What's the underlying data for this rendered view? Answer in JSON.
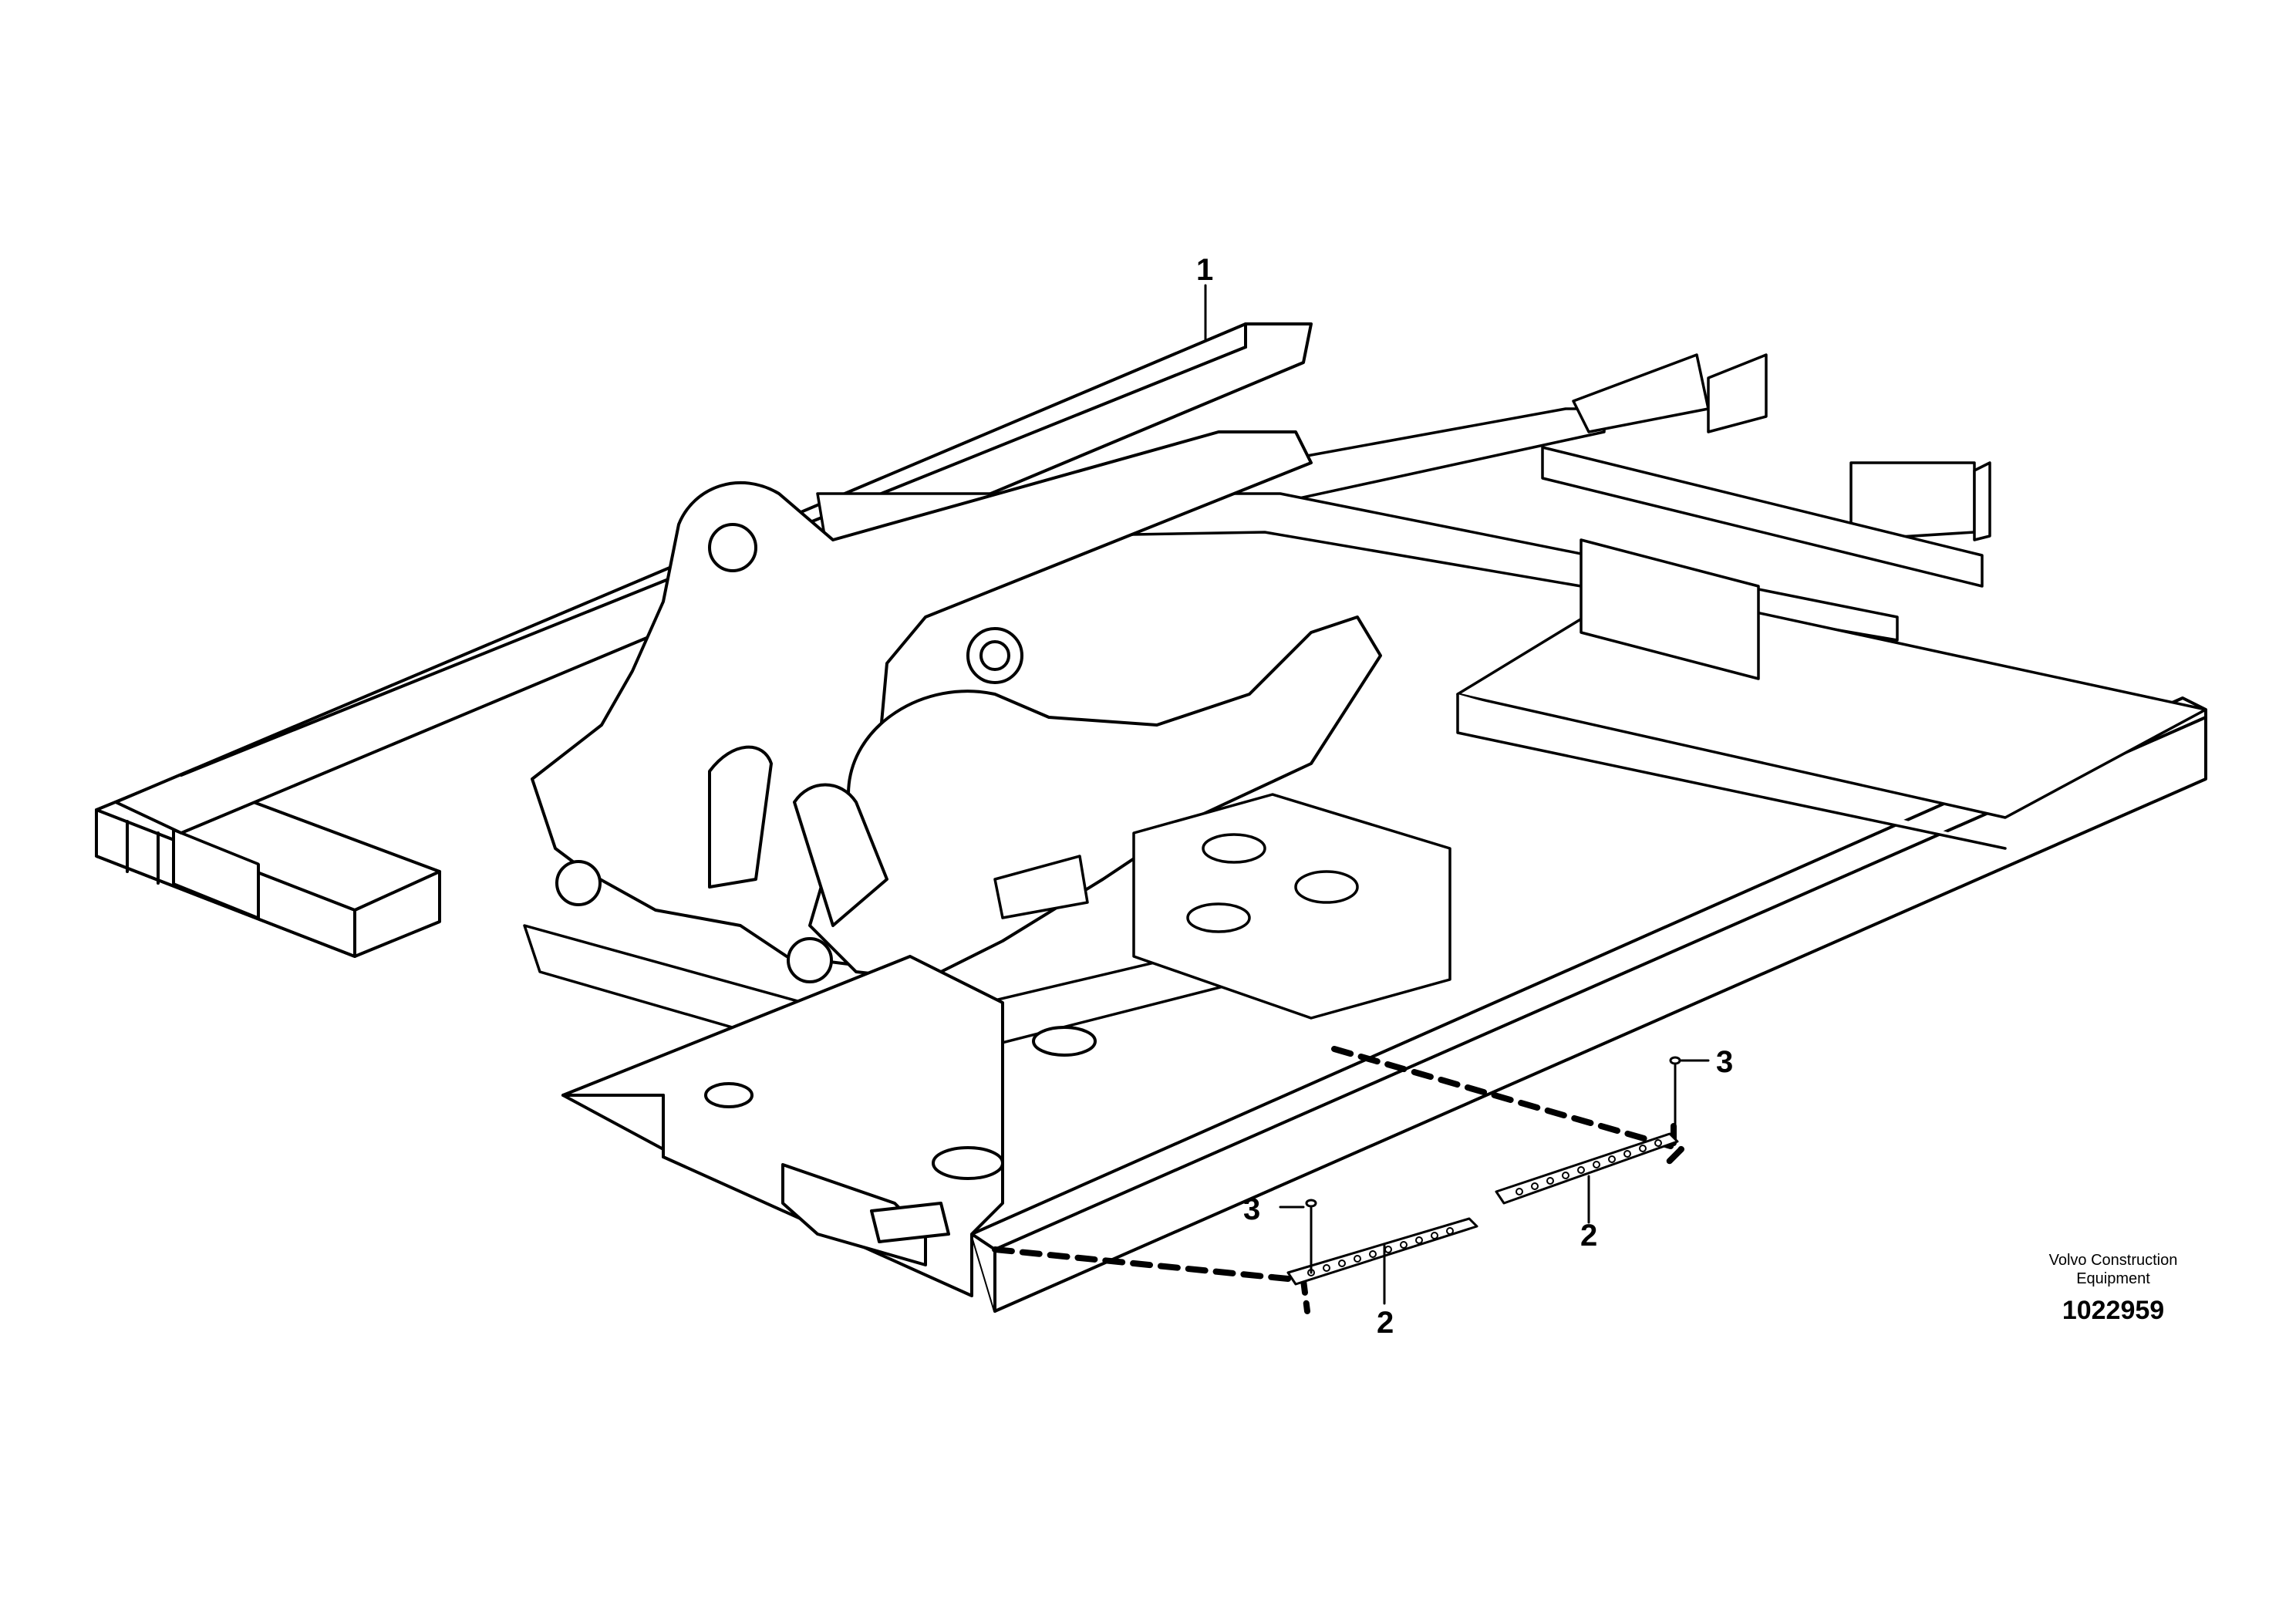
{
  "callouts": {
    "frame": "1",
    "step_plate_left": "2",
    "step_plate_right": "2",
    "screw_left": "3",
    "screw_right": "3"
  },
  "footer": {
    "publisher_line1": "Volvo Construction",
    "publisher_line2": "Equipment",
    "illustration_number": "1022959"
  }
}
